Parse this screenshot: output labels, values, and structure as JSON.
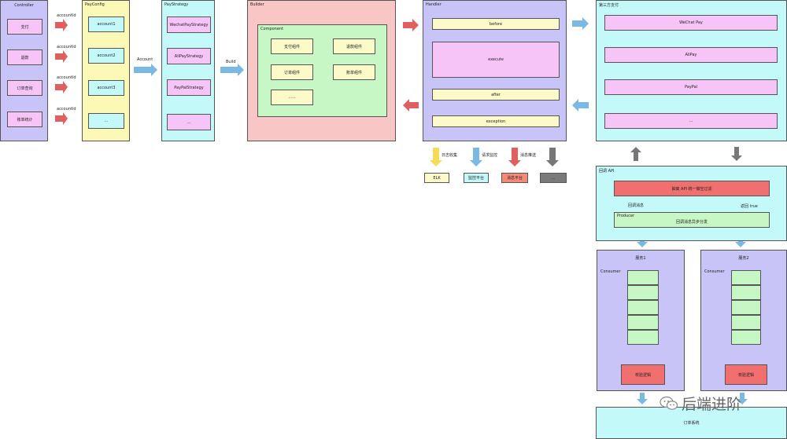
{
  "colors": {
    "arrow_blue": "#7ab8e6",
    "arrow_red": "#e06060",
    "arrow_gray": "#777777",
    "arrow_yellow": "#f5dc5a"
  },
  "controller": {
    "title": "Controller",
    "items": [
      "支付",
      "退款",
      "订单查询",
      "账单统计"
    ]
  },
  "edge_label": "accountId",
  "payconfig": {
    "title": "PayConfig",
    "items": [
      "account1",
      "account2",
      "account3",
      "..."
    ]
  },
  "label_account": "Account",
  "paystrategy": {
    "title": "PayStrategy",
    "items": [
      "WechatPayStrategy",
      "AliPayStrategy",
      "PayPalStrategy",
      "..."
    ]
  },
  "label_build": "Build",
  "builder": {
    "title": "Builder",
    "component": "Component",
    "items": [
      "支付组件",
      "退款组件",
      "订单组件",
      "账单组件",
      "......"
    ]
  },
  "handler": {
    "title": "Handler",
    "items": [
      "before",
      "execute",
      "after",
      "exception"
    ]
  },
  "third": {
    "title": "第三方支付",
    "items": [
      "WeChat Pay",
      "AliPay",
      "PayPal",
      "..."
    ]
  },
  "monitor": {
    "labels": [
      "日志收集",
      "请求监控",
      "消息推送"
    ],
    "boxes": [
      "ELK",
      "监控平台",
      "消息平台",
      "..."
    ]
  },
  "callback": {
    "title": "回调 API",
    "bar": "抽离 API 统一做空过滤",
    "left_label": "回调消息",
    "right_label": "返回 true",
    "producer": "Producer",
    "producer_text": "回调消息异步分发"
  },
  "service1": {
    "title": "服务1",
    "consumer": "Consumer",
    "logic": "校验逻辑"
  },
  "service2": {
    "title": "服务2",
    "consumer": "Consumer",
    "logic": "校验逻辑"
  },
  "order": {
    "title": "订单系统"
  },
  "watermark": "后端进阶"
}
